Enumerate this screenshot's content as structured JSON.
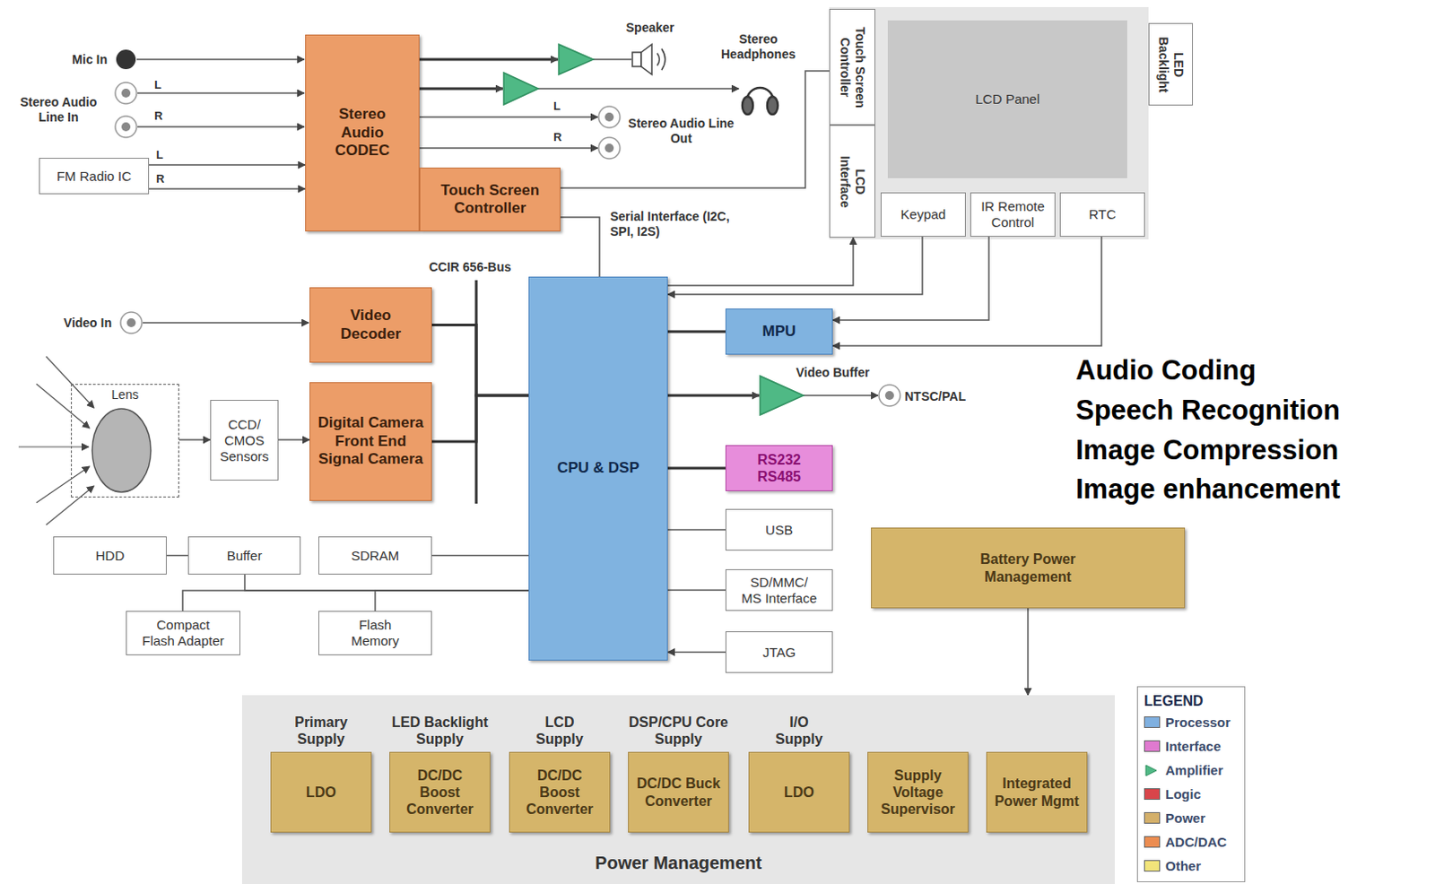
{
  "diagram": {
    "nodes": [
      {
        "text": [
          "Stereo Audio CODEC"
        ]
      },
      {
        "text": [
          "Touch Screen Controller"
        ]
      },
      {
        "text": [
          "FM Radio IC"
        ]
      },
      {
        "text": [
          "Video Decoder"
        ]
      },
      {
        "text": [
          "Digital Camera Front End Signal Camera"
        ]
      },
      {
        "text": [
          "CCD/ CMOS Sensors"
        ]
      },
      {
        "text": [
          "Lens"
        ]
      },
      {
        "text": [
          "HDD"
        ]
      },
      {
        "text": [
          "Buffer"
        ]
      },
      {
        "text": [
          "SDRAM"
        ]
      },
      {
        "text": [
          "Compact Flash Adapter"
        ]
      },
      {
        "text": [
          "Flash Memory"
        ]
      },
      {
        "text": [
          "CPU & DSP"
        ]
      },
      {
        "text": [
          "MPU"
        ]
      },
      {
        "text": [
          "RS232 RS485"
        ]
      },
      {
        "text": [
          "USB"
        ]
      },
      {
        "text": [
          "SD/MMC/ MS Interface"
        ]
      },
      {
        "text": [
          "JTAG"
        ]
      },
      {
        "text": [
          "Touch Screen Controller"
        ]
      },
      {
        "text": [
          "LCD Interface"
        ]
      },
      {
        "text": [
          "LCD Panel"
        ]
      },
      {
        "text": [
          "LED Backlight"
        ]
      },
      {
        "text": [
          "Keypad"
        ]
      },
      {
        "text": [
          "IR Remote Control"
        ]
      },
      {
        "text": [
          "RTC"
        ]
      },
      {
        "text": [
          "Battery Power Management"
        ]
      },
      {
        "text": [
          "Power Management"
        ]
      },
      {
        "text": [
          "Primary Supply",
          "LDO"
        ],
        "in": 26
      },
      {
        "text": [
          "LED Backlight Supply",
          "DC/DC Boost Converter"
        ],
        "in": 26
      },
      {
        "text": [
          "LCD Supply",
          "DC/DC Boost Converter"
        ],
        "in": 26
      },
      {
        "text": [
          "DSP/CPU Core Supply",
          "DC/DC Buck Converter"
        ],
        "in": 26
      },
      {
        "text": [
          "I/O Supply",
          "LDO"
        ],
        "in": 26
      },
      {
        "text": [
          "Supply Voltage Supervisor"
        ],
        "in": 26
      },
      {
        "text": [
          "Integrated Power Mgmt"
        ],
        "in": 26
      }
    ],
    "edges": [
      {
        "from": 2,
        "to": 0,
        "arrow": "to",
        "label": "L"
      },
      {
        "from": 2,
        "to": 0,
        "arrow": "to",
        "label": "R"
      },
      {
        "from": 1,
        "to": 18,
        "arrow": "none"
      },
      {
        "from": 12,
        "to": 1,
        "arrow": "none",
        "label": "Serial Interface (I2C, SPI, I2S)"
      },
      {
        "from": 3,
        "to": 12,
        "arrow": "none"
      },
      {
        "from": 4,
        "to": 12,
        "arrow": "none"
      },
      {
        "from": 5,
        "to": 4,
        "arrow": "to"
      },
      {
        "from": 6,
        "to": 5,
        "arrow": "to"
      },
      {
        "from": 7,
        "to": 8,
        "arrow": "none"
      },
      {
        "from": 8,
        "to": 12,
        "arrow": "none"
      },
      {
        "from": 10,
        "to": 12,
        "arrow": "none"
      },
      {
        "from": 11,
        "to": 12,
        "arrow": "none"
      },
      {
        "from": 9,
        "to": 12,
        "arrow": "none"
      },
      {
        "from": 12,
        "to": 19,
        "arrow": "to"
      },
      {
        "from": 22,
        "to": 12,
        "arrow": "to"
      },
      {
        "from": 23,
        "to": 13,
        "arrow": "to"
      },
      {
        "from": 24,
        "to": 13,
        "arrow": "to"
      },
      {
        "from": 12,
        "to": 13,
        "arrow": "none"
      },
      {
        "from": 12,
        "to": 14,
        "arrow": "none"
      },
      {
        "from": 12,
        "to": 15,
        "arrow": "none"
      },
      {
        "from": 12,
        "to": 16,
        "arrow": "none"
      },
      {
        "from": 17,
        "to": 12,
        "arrow": "to"
      },
      {
        "from": 25,
        "to": 26,
        "arrow": "to"
      }
    ],
    "labels": [
      "Mic In",
      "Stereo Audio Line In",
      "L",
      "R",
      "Speaker",
      "Stereo Headphones",
      "L",
      "R",
      "Stereo Audio Line Out",
      "CCIR 656-Bus",
      "Video In",
      "Video Buffer",
      "NTSC/PAL",
      "Audio Coding",
      "Speech Recognition",
      "Image Compression",
      "Image enhancement",
      "LEGEND"
    ],
    "legend": [
      {
        "text": "Processor",
        "color": "#7fb0e0"
      },
      {
        "text": "Interface",
        "color": "#e07ad0"
      },
      {
        "text": "Amplifier"
      },
      {
        "text": "Logic",
        "color": "#d9454a"
      },
      {
        "text": "Power",
        "color": "#d4b06a"
      },
      {
        "text": "ADC/DAC",
        "color": "#ec8c50"
      },
      {
        "text": "Other",
        "color": "#f2e47a"
      }
    ]
  }
}
